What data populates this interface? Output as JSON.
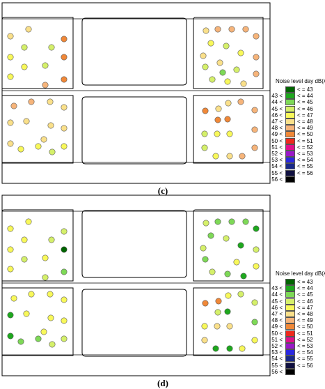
{
  "legend": {
    "title": "Noise level day dB(A)",
    "bins": [
      {
        "low": "",
        "high": "< = 43",
        "color": "#006400"
      },
      {
        "low": "43 <",
        "high": "< = 44",
        "color": "#1ea81e"
      },
      {
        "low": "44 <",
        "high": "< = 45",
        "color": "#7ed957"
      },
      {
        "low": "45 <",
        "high": "< = 46",
        "color": "#d5f06a"
      },
      {
        "low": "46 <",
        "high": "< = 47",
        "color": "#f8f85a"
      },
      {
        "low": "47 <",
        "high": "< = 48",
        "color": "#fae08a"
      },
      {
        "low": "48 <",
        "high": "< = 49",
        "color": "#f6b47a"
      },
      {
        "low": "49 <",
        "high": "< = 50",
        "color": "#f08838"
      },
      {
        "low": "50 <",
        "high": "< = 51",
        "color": "#ee2a1c"
      },
      {
        "low": "51 <",
        "high": "< = 52",
        "color": "#e0108a"
      },
      {
        "low": "52 <",
        "high": "< = 53",
        "color": "#9a18c8"
      },
      {
        "low": "53 <",
        "high": "< = 54",
        "color": "#2a28e0"
      },
      {
        "low": "54 <",
        "high": "< = 55",
        "color": "#182888"
      },
      {
        "low": "55 <",
        "high": "< = 56",
        "color": "#101040"
      },
      {
        "low": "56 <",
        "high": "",
        "color": "#000000"
      }
    ]
  },
  "panels": [
    {
      "label": "(c)",
      "buildings": [
        {
          "levels": [
            48,
            48,
            47,
            47,
            46,
            47,
            50,
            50,
            50,
            49,
            46,
            46
          ]
        },
        {
          "levels": [
            48,
            49,
            49,
            49,
            49,
            49,
            49,
            48,
            47,
            46,
            46,
            48,
            47,
            46,
            47,
            46,
            45,
            48
          ]
        },
        {
          "levels": [
            49,
            49,
            48,
            48,
            48,
            47,
            46,
            47,
            47,
            48,
            48,
            48,
            48,
            48,
            49,
            47
          ]
        },
        {
          "levels": [
            50,
            48,
            48,
            49,
            49,
            49,
            49,
            49,
            48,
            47,
            46,
            46,
            47,
            47,
            50,
            50
          ]
        }
      ]
    },
    {
      "label": "(d)",
      "buildings": [
        {
          "levels": [
            47,
            47,
            47,
            47,
            47,
            46,
            46,
            43,
            45,
            46,
            47,
            46
          ]
        },
        {
          "levels": [
            46,
            45,
            45,
            45,
            44,
            46,
            47,
            44,
            45,
            46,
            45,
            46,
            45,
            46,
            44,
            47
          ]
        },
        {
          "levels": [
            47,
            47,
            47,
            47,
            47,
            46,
            46,
            45,
            45,
            44,
            44,
            47,
            47,
            47
          ]
        },
        {
          "levels": [
            50,
            50,
            47,
            46,
            46,
            45,
            47,
            47,
            44,
            44,
            48,
            47,
            48,
            48,
            46,
            44
          ]
        }
      ]
    }
  ]
}
